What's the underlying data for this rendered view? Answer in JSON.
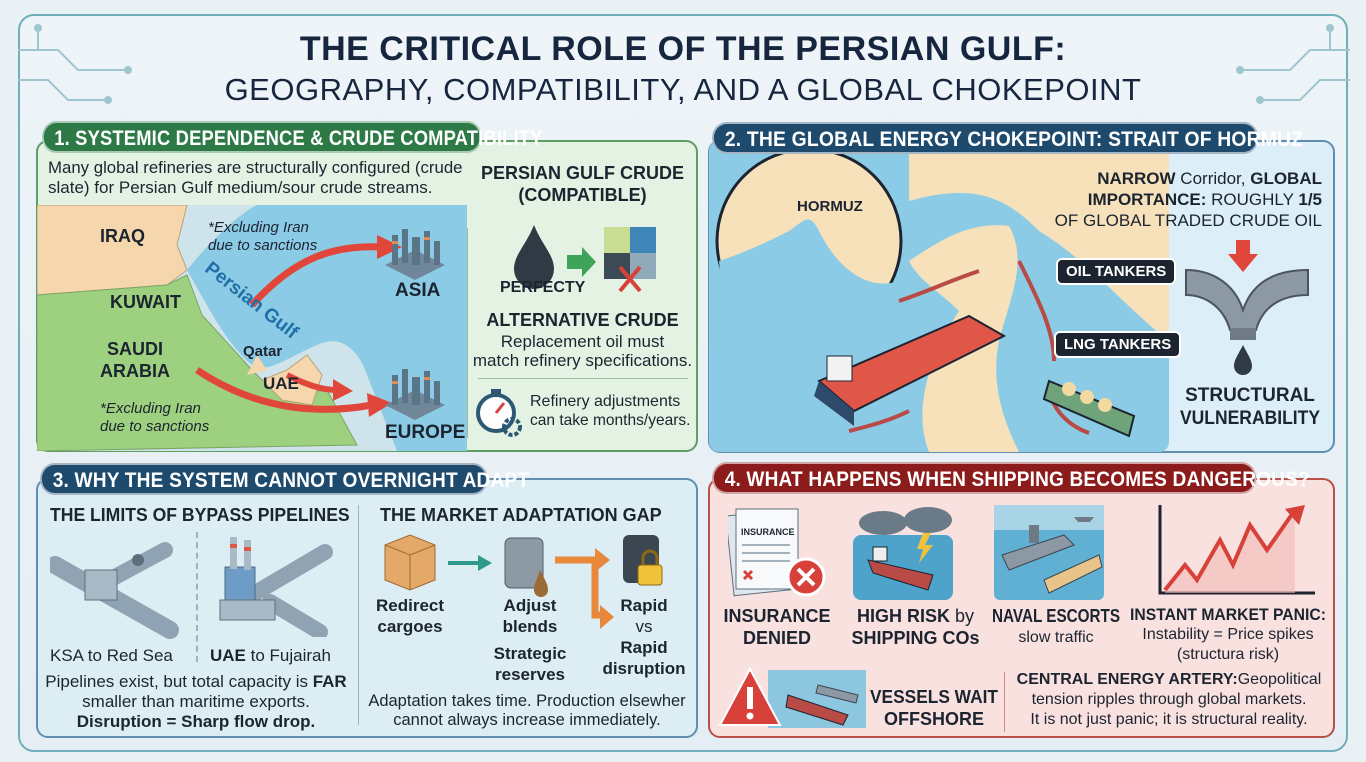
{
  "title": {
    "line1": "THE CRITICAL ROLE OF THE PERSIAN GULF:",
    "line2": "GEOGRAPHY, COMPATIBILITY, AND A GLOBAL CHOKEPOINT"
  },
  "section1": {
    "header": "1. SYSTEMIC DEPENDENCE & CRUDE COMPATIBILITY",
    "intro_line1": "Many global refineries are structurally configured (crude",
    "intro_line2": "slate) for Persian Gulf medium/sour crude streams.",
    "map": {
      "iraq": "IRAQ",
      "kuwait": "KUWAIT",
      "saudi_line1": "SAUDI",
      "saudi_line2": "ARABIA",
      "gulf": "Persian Gulf",
      "qatar": "Qatar",
      "uae": "UAE",
      "asia": "ASIA",
      "europe": "EUROPE",
      "note_top_line1": "*Excluding Iran",
      "note_top_line2": "due to sanctions",
      "note_bottom_line1": "*Excluding Iran",
      "note_bottom_line2": "due to sanctions"
    },
    "compat_title_line1": "PERSIAN GULF CRUDE",
    "compat_title_line2": "(COMPATIBLE)",
    "perfecty": "PERFECTY",
    "alt_title": "ALTERNATIVE CRUDE",
    "alt_line1": "Replacement oil must",
    "alt_line2": "match refinery specifications.",
    "adjust_line1": "Refinery adjustments",
    "adjust_line2": "can take months/years."
  },
  "section2": {
    "header": "2. THE GLOBAL ENERGY CHOKEPOINT: STRAIT OF HORMUZ",
    "hormuz": "HORMUZ",
    "importance_bold1": "NARROW",
    "importance_1": " Corridor, ",
    "importance_bold2": "GLOBAL",
    "importance_bold3": "IMPORTANCE:",
    "importance_2": " ROUGHLY ",
    "importance_bold4": "1/5",
    "importance_3": "OF GLOBAL TRADED CRUDE OIL",
    "oil_tankers": "OIL TANKERS",
    "lng_tankers": "LNG TANKERS",
    "vuln_line1": "STRUCTURAL",
    "vuln_line2": "VULNERABILITY"
  },
  "section3": {
    "header": "3. WHY THE SYSTEM CANNOT OVERNIGHT ADAPT",
    "pipelines_title": "THE LIMITS OF BYPASS PIPELINES",
    "ksa": "KSA to Red Sea",
    "uae_prefix": "UAE",
    "uae_rest": " to Fujairah",
    "pipe_text1": "Pipelines exist, but total capacity is ",
    "pipe_text1_bold": "FAR",
    "pipe_text2": "smaller than maritime exports.",
    "pipe_text3": "Disruption = Sharp flow drop.",
    "market_title": "THE MARKET ADAPTATION GAP",
    "redirect_line1": "Redirect",
    "redirect_line2": "cargoes",
    "adjust_line1": "Adjust",
    "adjust_line2": "blends",
    "strategic_line1": "Strategic",
    "strategic_line2": "reserves",
    "rapid": "Rapid",
    "vs": "vs",
    "rapid2": "Rapid",
    "disruption": "disruption",
    "adapt_line1": "Adaptation takes time. Production elsewher",
    "adapt_line2": "cannot always increase immediately."
  },
  "section4": {
    "header": "4. WHAT HAPPENS WHEN SHIPPING BECOMES DANGEROUS?",
    "insurance_doc": "INSURANCE",
    "insurance_line1": "INSURANCE",
    "insurance_line2": "DENIED",
    "risk_bold": "HIGH RISK",
    "risk_by": " by",
    "risk_line2": "SHIPPING COs",
    "naval_title": "NAVAL ESCORTS",
    "naval_sub": "slow traffic",
    "panic_title": "INSTANT MARKET PANIC:",
    "panic_line1": "Instability = Price spikes",
    "panic_line2": "(structura risk)",
    "vessels_line1": "VESSELS WAIT",
    "vessels_line2": "OFFSHORE",
    "artery_bold": "CENTRAL ENERGY ARTERY:",
    "artery_1": "Geopolitical",
    "artery_2": "tension ripples through global markets.",
    "artery_3": "It is not just panic; it is structural reality."
  },
  "colors": {
    "green_header": "#2e7a47",
    "navy_header": "#1d4a6d",
    "red_header": "#8c1c1c",
    "arrow_red": "#e0473a",
    "orange": "#e8883a"
  }
}
